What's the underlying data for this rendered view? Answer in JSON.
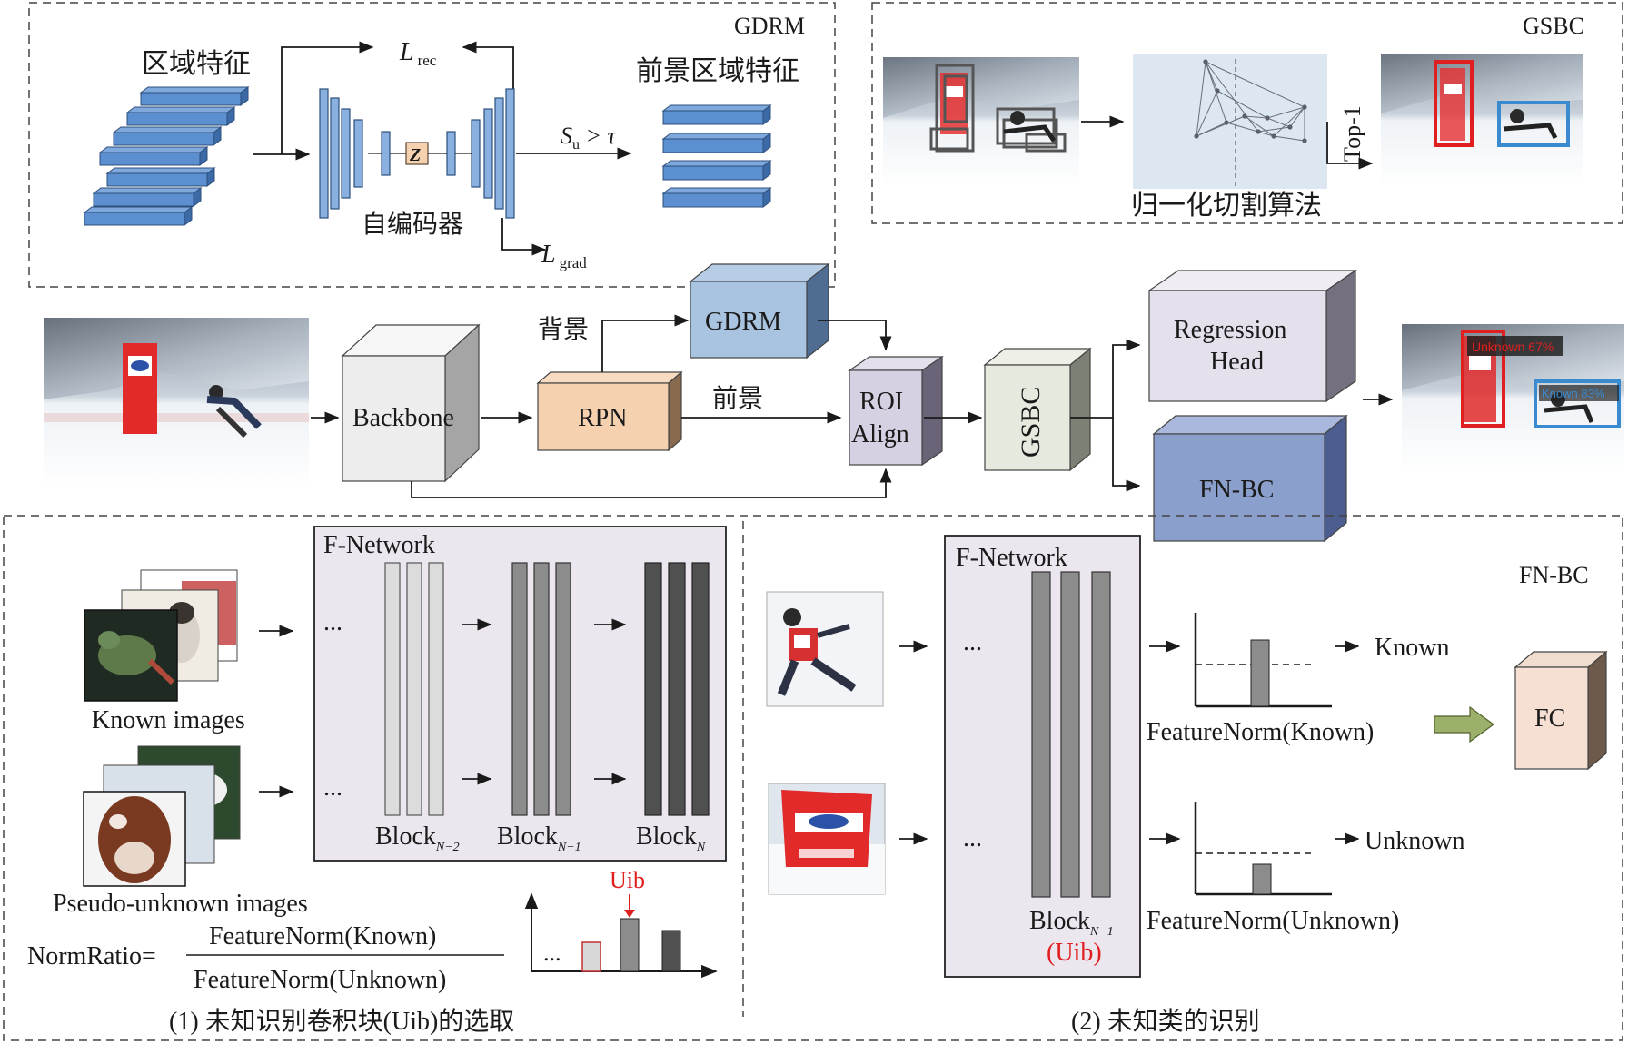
{
  "gdrm": {
    "title": "GDRM",
    "region_features": "区域特征",
    "l_rec": "L",
    "l_rec_sub": "rec",
    "z": "Z",
    "autoencoder": "自编码器",
    "l_grad": "L",
    "l_grad_sub": "grad",
    "su_threshold": "S",
    "su_threshold_sub": "u",
    "su_threshold_rest": " > τ",
    "foreground_features": "前景区域特征"
  },
  "gsbc": {
    "title": "GSBC",
    "ncut": "归一化切割算法",
    "top1": "Top-1"
  },
  "pipeline": {
    "backbone": "Backbone",
    "rpn": "RPN",
    "gdrm": "GDRM",
    "background": "背景",
    "foreground": "前景",
    "roi_line1": "ROI",
    "roi_line2": "Align",
    "gsbc": "GSBC",
    "regression_line1": "Regression",
    "regression_line2": "Head",
    "fnbc": "FN-BC"
  },
  "output_labels": {
    "unknown": "Unknown 67%",
    "known": "Known 83%"
  },
  "fnbc_panel": {
    "title": "FN-BC",
    "part1": {
      "f_network": "F-Network",
      "ellipsis": "...",
      "known_images": "Known images",
      "pseudo_unknown_images": "Pseudo-unknown images",
      "block_n2": "Block",
      "block_n2_sub": "N−2",
      "block_n1": "Block",
      "block_n1_sub": "N−1",
      "block_n": "Block",
      "block_n_sub": "N",
      "uib": "Uib",
      "ratio_lhs": "NormRatio=",
      "ratio_num": "FeatureNorm(Known)",
      "ratio_den": "FeatureNorm(Unknown)",
      "chart_ellipsis": "...",
      "caption": "(1) 未知识别卷积块(Uib)的选取"
    },
    "part2": {
      "f_network": "F-Network",
      "ellipsis": "...",
      "block": "Block",
      "block_sub": "N−1",
      "uib": "(Uib)",
      "known": "Known",
      "unknown": "Unknown",
      "fn_known": "FeatureNorm(Known)",
      "fn_unknown": "FeatureNorm(Unknown)",
      "fc": "FC",
      "caption": "(2) 未知类的识别"
    }
  },
  "colors": {
    "blue_box": "#a9c4e0",
    "rpn": "#f6d1b0",
    "roi": "#d6d0e2",
    "gsbc": "#e6e9de",
    "regression": "#e4e0ec",
    "fnbc": "#8b9fcc",
    "fc": "#f5e0d3",
    "fnet_bg": "#ece6ee",
    "uib_red": "#e02020"
  }
}
